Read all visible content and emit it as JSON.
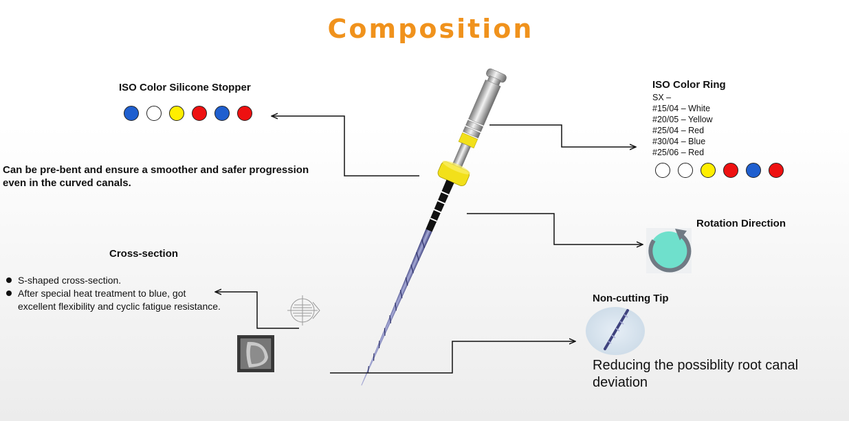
{
  "title": "Composition",
  "stopper": {
    "heading": "ISO Color Silicone Stopper",
    "dots": [
      "#1f5fcf",
      "#ffffff",
      "#ffee00",
      "#ee1111",
      "#1f5fcf",
      "#ee1111"
    ]
  },
  "prebent": {
    "line1": "Can be pre-bent and ensure a smoother and safer progression",
    "line2": "even in the curved canals."
  },
  "ring": {
    "heading": "ISO Color Ring",
    "items": [
      "SX –",
      "#15/04 – White",
      "#20/05 – Yellow",
      "#25/04 – Red",
      "#30/04 – Blue",
      "#25/06 – Red"
    ],
    "dots": [
      "#ffffff",
      "#ffffff",
      "#ffee00",
      "#ee1111",
      "#1f5fcf",
      "#ee1111"
    ]
  },
  "rotation": {
    "heading": "Rotation Direction",
    "color": "#6fe0cc"
  },
  "cross_section": {
    "heading": "Cross-section",
    "bullets": [
      "S-shaped cross-section.",
      "After special heat treatment to blue, got"
    ],
    "bullet2_cont": "excellent flexibility and cyclic fatigue resistance."
  },
  "tip": {
    "heading": "Non-cutting Tip",
    "line1": "Reducing the possiblity root canal",
    "line2": "deviation"
  },
  "colors": {
    "accent": "#f0921c",
    "ring_yellow": "#f2e01a",
    "file_blue": "#5b5fa8"
  }
}
